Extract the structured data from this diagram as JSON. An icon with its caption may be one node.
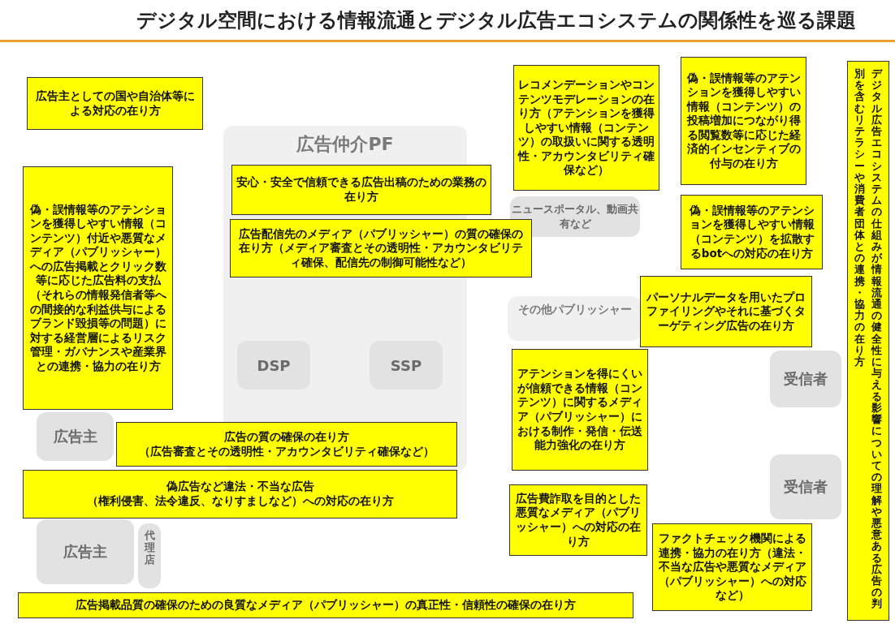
{
  "diagram": {
    "title": "デジタル空間における情報流通とデジタル広告エコシステムの関係性を巡る課題",
    "nodes": [
      {
        "text": [
          "広告仲介PF"
        ]
      },
      {
        "text": [
          "DSP"
        ],
        "in": 0
      },
      {
        "text": [
          "SSP"
        ],
        "in": 0
      },
      {
        "text": [
          "ニュースポータル、動画共有など"
        ]
      },
      {
        "text": [
          "その他パブリッシャー"
        ]
      },
      {
        "text": [
          "受信者"
        ]
      },
      {
        "text": [
          "受信者"
        ]
      },
      {
        "text": [
          "広告主"
        ]
      },
      {
        "text": [
          "広告主"
        ]
      },
      {
        "text": [
          "代理店"
        ]
      },
      {
        "text": [
          "広告主としての国や自治体等による対応の在り方"
        ]
      },
      {
        "text": [
          "偽・誤情報等のアテンションを獲得しやすい情報（コンテンツ）付近や悪質なメディア（パブリッシャー）への広告掲載とクリック数等に応じた広告料の支払（それらの情報発信者等への間接的な利益供与によるブランド毀損等の問題）に対する経営層によるリスク管理・ガバナンスや産業界との連携・協力の在り方"
        ]
      },
      {
        "text": [
          "安心・安全で信頼できる広告出稿のための業務の在り方"
        ]
      },
      {
        "text": [
          "広告配信先のメディア（パブリッシャー）の質の確保の在り方（メディア審査とその透明性・アカウンタビリティ確保、配信先の制御可能性など）"
        ]
      },
      {
        "text": [
          "レコメンデーションやコンテンツモデレーションの在り方（アテンションを獲得しやすい情報（コンテンツ）の取扱いに関する透明性・アカウンタビリティ確保など）"
        ]
      },
      {
        "text": [
          "偽・誤情報等のアテンションを獲得しやすい情報（コンテンツ）の投稿増加につながり得る閲覧数等に応じた経済的インセンティブの付与の在り方"
        ]
      },
      {
        "text": [
          "偽・誤情報等のアテンションを獲得しやすい情報（コンテンツ）を拡散するbotへの対応の在り方"
        ]
      },
      {
        "text": [
          "パーソナルデータを用いたプロファイリングやそれに基づくターゲティング広告の在り方"
        ]
      },
      {
        "text": [
          "アテンションを得にくいが信頼できる情報（コンテンツ）に関するメディア（パブリッシャー）における制作・発信・伝送能力強化の在り方"
        ]
      },
      {
        "text": [
          "広告費詐取を目的とした悪質なメディア（パブリッシャー）への対応の在り方"
        ]
      },
      {
        "text": [
          "ファクトチェック機関による連携・協力の在り方（違法・不当な広告や悪質なメディア（パブリッシャー）への対応など）"
        ]
      },
      {
        "text": [
          "広告の質の確保の在り方",
          "（広告審査とその透明性・アカウンタビリティ確保など）"
        ]
      },
      {
        "text": [
          "偽広告など違法・不当な広告",
          "（権利侵害、法令違反、なりすましなど）への対応の在り方"
        ]
      },
      {
        "text": [
          "広告掲載品質の確保のための良質なメディア（パブリッシャー）の真正性・信頼性の確保の在り方"
        ]
      },
      {
        "text": [
          "デジタル広告エコシステムの仕組みが情報流通の健全性に与える影響についての理解や悪意ある広告の判別を含むリテラシーや消費者団体との連携・協力の在り方"
        ]
      }
    ]
  }
}
